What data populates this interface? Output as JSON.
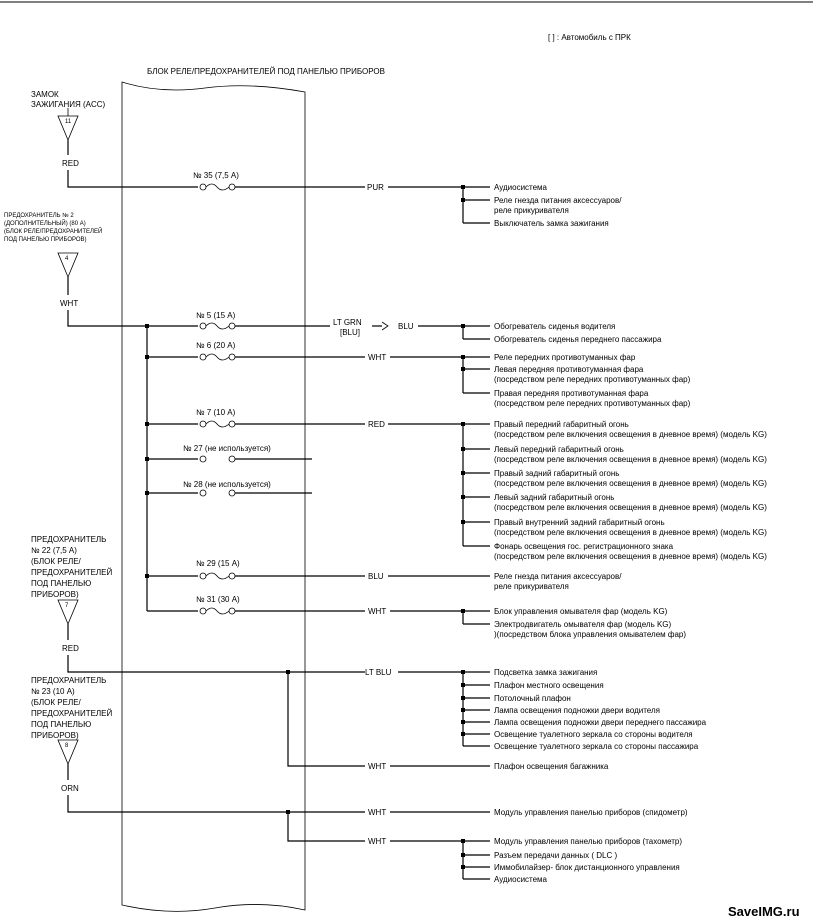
{
  "note": "[ ] : Автомобиль с ПРК",
  "block_title": "БЛОК РЕЛЕ/ПРЕДОХРАНИТЕЛЕЙ ПОД ПАНЕЛЬЮ ПРИБОРОВ",
  "sources": {
    "ign": {
      "lines": [
        "ЗАМОК",
        "ЗАЖИГАНИЯ (ACC)"
      ],
      "pin": "11",
      "wire": "RED"
    },
    "f2": {
      "lines": [
        "ПРЕДОХРАНИТЕЛЬ № 2",
        "(ДОПОЛНИТЕЛЬНЫЙ) (80 А)",
        "(БЛОК РЕЛЕ/ПРЕДОХРАНИТЕЛЕЙ",
        "ПОД ПАНЕЛЬЮ ПРИБОРОВ)"
      ],
      "pin": "4",
      "wire": "WHT"
    },
    "f22": {
      "lines": [
        "ПРЕДОХРАНИТЕЛЬ",
        "№ 22 (7,5 А)",
        "(БЛОК РЕЛЕ/",
        "ПРЕДОХРАНИТЕЛЕЙ",
        "ПОД ПАНЕЛЬЮ",
        "ПРИБОРОВ)"
      ],
      "pin": "7",
      "wire": "RED"
    },
    "f23": {
      "lines": [
        "ПРЕДОХРАНИТЕЛЬ",
        "№ 23 (10 А)",
        "(БЛОК РЕЛЕ/",
        "ПРЕДОХРАНИТЕЛЕЙ",
        "ПОД ПАНЕЛЬЮ",
        "ПРИБОРОВ)"
      ],
      "pin": "8",
      "wire": "ORN"
    }
  },
  "fuses": {
    "f35": "№ 35 (7,5 А)",
    "f5": "№ 5 (15 А)",
    "f6": "№ 6 (20 А)",
    "f7": "№ 7 (10 А)",
    "f27": "№ 27 (не используется)",
    "f28": "№ 28 (не используется)",
    "f29": "№ 29 (15 А)",
    "f31": "№ 31 (30 А)"
  },
  "wires": {
    "pur": "PUR",
    "ltgrn": "LT GRN",
    "ltgrn_alt": "[BLU]",
    "blu5": "BLU",
    "wht6": "WHT",
    "red7": "RED",
    "blu29": "BLU",
    "wht31": "WHT",
    "ltblu": "LT BLU",
    "wht_trunk": "WHT",
    "wht_speedo": "WHT",
    "wht_tacho": "WHT"
  },
  "loads": {
    "g35": [
      "Аудиосистема",
      "Реле гнезда питания аксессуаров/",
      "реле прикуривателя",
      "Выключатель замка зажигания"
    ],
    "g5": [
      "Обогреватель сиденья водителя",
      "Обогреватель сиденья переднего пассажира"
    ],
    "g6": [
      "Реле передних противотуманных фар",
      "Левая передняя противотуманная фара",
      "(посредством реле передних противотуманных фар)",
      "Правая передняя противотуманная фара",
      "(посредством реле передних противотуманных фар)"
    ],
    "g7": [
      "Правый передний габаритный огонь",
      "(посредством реле включения освещения в дневное время) (модель KG)",
      "Левый передний габаритный огонь",
      "(посредством реле включения освещения в дневное время) (модель KG)",
      "Правый задний габаритный огонь",
      "(посредством реле включения освещения в дневное время) (модель KG)",
      "Левый задний габаритный огонь",
      "(посредством реле включения освещения в дневное время) (модель KG)",
      "Правый внутренний задний габаритный огонь",
      "(посредством реле включения освещения в дневное время) (модель KG)",
      "Фонарь освещения гос. регистрационного знака",
      "(посредством реле включения освещения в дневное время) (модель KG)"
    ],
    "g29": [
      "Реле гнезда питания аксессуаров/",
      "реле прикуривателя"
    ],
    "g31": [
      "Блок управления омывателя фар (модель KG)",
      "Электродвигатель омывателя фар (модель KG)",
      ")(посредством блока управления омывателем фар)"
    ],
    "g22": [
      "Подсветка замка зажигания",
      "Плафон местного освещения",
      "Потолочный плафон",
      "Лампа освещения подножки двери водителя",
      "Лампа освещения подножки двери переднего пассажира",
      "Освещение туалетного зеркала со стороны водителя",
      "Освещение туалетного зеркала со стороны пассажира"
    ],
    "trunk": "Плафон освещения багажника",
    "speedo": "Модуль управления панелью приборов (спидометр)",
    "g23b": [
      "Модуль управления панелью приборов (тахометр)",
      "Разъем передачи данных ( DLC )",
      "Иммобилайзер- блок дистанционного управления",
      "Аудиосистема"
    ]
  },
  "watermark": "SaveIMG.ru"
}
